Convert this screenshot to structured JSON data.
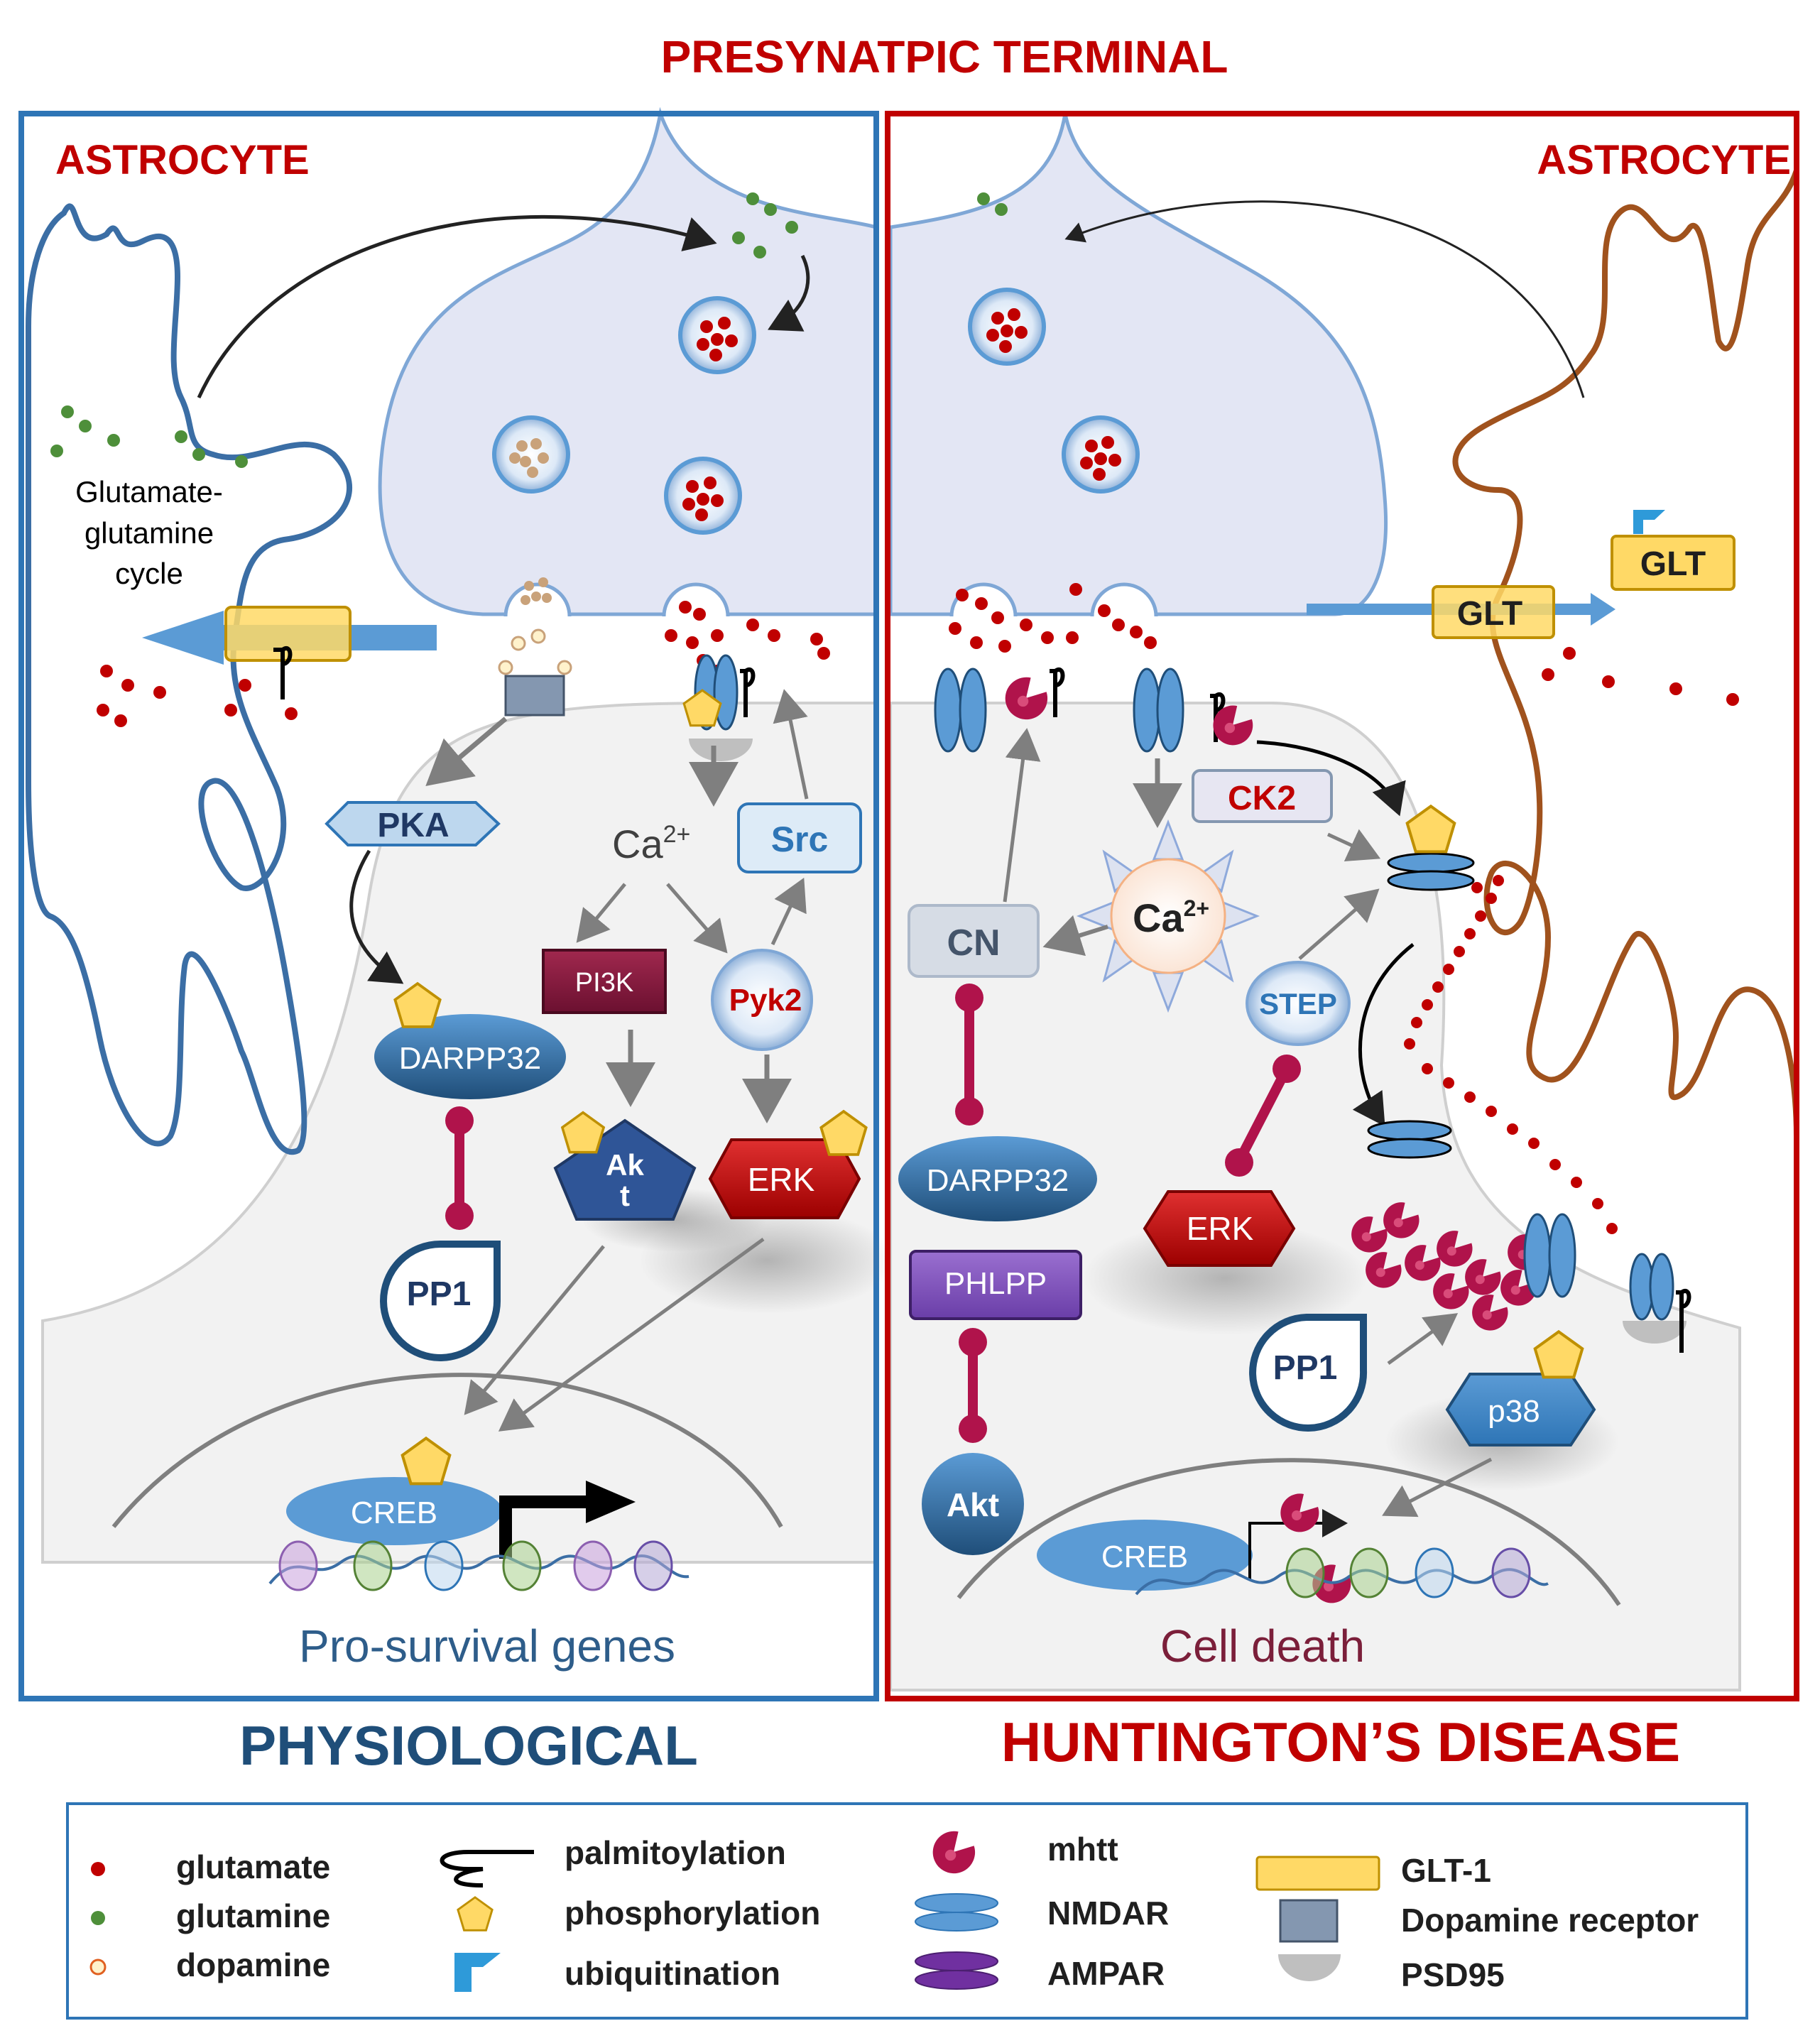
{
  "title": "PRESYNATPIC TERMINAL",
  "colors": {
    "physio_border": "#2e75b6",
    "hd_border": "#c00000",
    "astro_physio": "#3b6ea5",
    "astro_hd": "#a0521d",
    "terminal_fill": "#e3e6f4",
    "terminal_stroke": "#7fa7d6",
    "glutamate": "#c00000",
    "glutamine": "#4e8f3a",
    "dopamine": "#f4b183",
    "glt": "#ffd966",
    "nmdar": "#5b9bd5",
    "phospho": "#ffd966",
    "inhibit": "#b0134b",
    "arrow_gray": "#7f7f7f",
    "title_red": "#c00000",
    "physio_title": "#1f4e79"
  },
  "physiological": {
    "astrocyte_label": "ASTROCYTE",
    "cycle_label": [
      "Glutamate-",
      "glutamine",
      "cycle"
    ],
    "pka": "PKA",
    "ca": "Ca",
    "ca_sup": "2+",
    "src": "Src",
    "pi3k": "PI3K",
    "pyk2": "Pyk2",
    "darpp32": "DARPP32",
    "akt_line1": "Ak",
    "akt_line2": "t",
    "erk": "ERK",
    "pp1": "PP1",
    "creb": "CREB",
    "outcome": "Pro-survival genes",
    "section_title": "PHYSIOLOGICAL"
  },
  "huntington": {
    "astrocyte_label": "ASTROCYTE",
    "glt_membrane": "GLT",
    "glt_free": "GLT",
    "ck2": "CK2",
    "cn": "CN",
    "ca": "Ca",
    "ca_sup": "2+",
    "step": "STEP",
    "darpp32": "DARPP32",
    "phlpp": "PHLPP",
    "akt": "Akt",
    "erk": "ERK",
    "pp1": "PP1",
    "p38": "p38",
    "creb": "CREB",
    "outcome": "Cell death",
    "section_title": "HUNTINGTON’S DISEASE"
  },
  "legend": {
    "col1": [
      "glutamate",
      "glutamine",
      "dopamine"
    ],
    "col2": [
      "palmitoylation",
      "phosphorylation",
      "ubiquitination"
    ],
    "col3": [
      "mhtt",
      "NMDAR",
      "AMPAR"
    ],
    "col4": [
      "GLT-1",
      "Dopamine receptor",
      "PSD95"
    ]
  }
}
